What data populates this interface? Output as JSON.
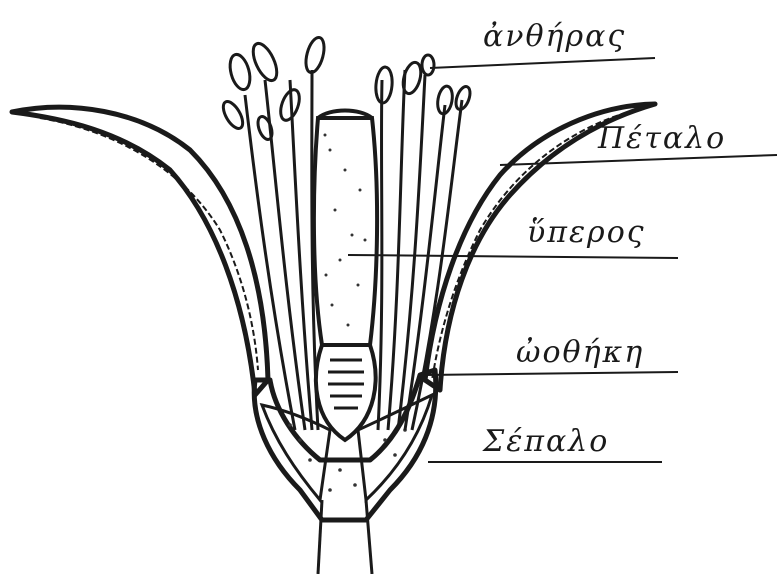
{
  "labels": {
    "anther": "ἀνθήρας",
    "petal": "Πέταλο",
    "pistil": "ὕπερος",
    "ovary": "ὠοθήκη",
    "sepal": "Σέπαλο"
  },
  "colors": {
    "ink": "#1a1a1a",
    "stipple": "#333333",
    "paper": "#ffffff"
  }
}
